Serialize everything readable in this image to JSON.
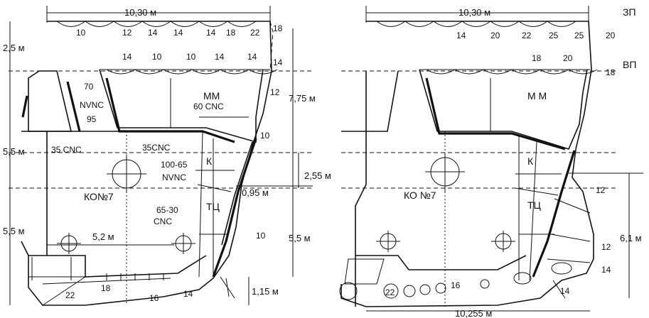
{
  "dims": {
    "top_width_left": "10,30 м",
    "top_width_right": "10,30 м",
    "h_2_5": "2,5 м",
    "h_7_75": "7,75 м",
    "h_5_5_upper": "5,5 м",
    "h_5_5_lower": "5,5 м",
    "h_2_55": "2,55 м",
    "h_0_95": "0,95 м",
    "h_5_5_right": "5,5 м",
    "w_5_2": "5,2 м",
    "h_1_15": "1,15 м",
    "h_6_1": "6,1 м",
    "bottom_width_right": "10,255 м"
  },
  "decks": {
    "zp": "ЗП",
    "vp": "ВП"
  },
  "compartments": {
    "left_engine": "ММ",
    "right_engine": "М М",
    "left_boiler": "КО№7",
    "right_boiler": "КО №7",
    "left_k": "К",
    "right_k": "К",
    "left_tc": "ТЦ",
    "right_tc": "ТЦ"
  },
  "armor": {
    "nvnc70": "70\nNVNC",
    "n95": "95",
    "cnc35_left": "35 CNC",
    "cnc35_mid": "35CNC",
    "cnc60": "60 CNC",
    "nvnc100": "100-65\nNVNC",
    "cnc65": "65-30\nCNC"
  },
  "left_top_thk": [
    "10",
    "12",
    "14",
    "14",
    "14",
    "18",
    "22",
    "18"
  ],
  "left_mid_thk": [
    "14",
    "10",
    "10",
    "14",
    "14",
    "14"
  ],
  "left_side_thk": [
    "12",
    "10",
    "10"
  ],
  "left_bottom_thk": [
    "22",
    "18",
    "16",
    "14"
  ],
  "right_top_thk": [
    "14",
    "20",
    "22",
    "25",
    "25",
    "20"
  ],
  "right_mid_thk": [
    "18",
    "20",
    "18"
  ],
  "right_side_thk": [
    "12",
    "12",
    "14",
    "14"
  ],
  "right_bottom_thk": [
    "22",
    "16"
  ]
}
